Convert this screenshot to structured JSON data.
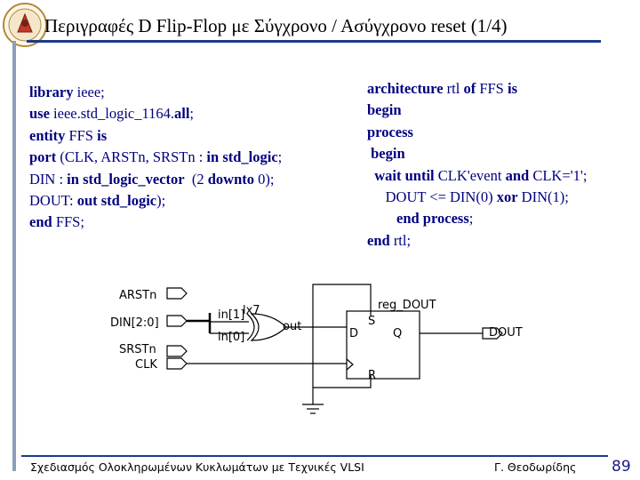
{
  "slide": {
    "title": "Περιγραφές D Flip-Flop με Σύγχρονο / Ασύγχρονο reset (1/4)",
    "footer_course": "Σχεδιασμός Ολοκληρωμένων Κυκλωμάτων με Τεχνικές VLSI",
    "footer_author": "Γ. Θεοδωρίδης",
    "page_number": "89"
  },
  "code_left": [
    [
      {
        "t": "library",
        "k": true
      },
      {
        "t": " ieee;",
        "k": false
      }
    ],
    [
      {
        "t": "use",
        "k": true
      },
      {
        "t": " ieee.std_logic_1164.",
        "k": false
      },
      {
        "t": "all",
        "k": true
      },
      {
        "t": ";",
        "k": false
      }
    ],
    [
      {
        "t": "entity",
        "k": true
      },
      {
        "t": " FFS ",
        "k": false
      },
      {
        "t": "is",
        "k": true
      }
    ],
    [
      {
        "t": "port",
        "k": true
      },
      {
        "t": " (CLK, ARSTn, SRSTn : ",
        "k": false
      },
      {
        "t": "in",
        "k": true
      },
      {
        "t": " ",
        "k": false
      },
      {
        "t": "std_logic",
        "k": true
      },
      {
        "t": ";",
        "k": false
      }
    ],
    [
      {
        "t": "DIN : ",
        "k": false
      },
      {
        "t": "in",
        "k": true
      },
      {
        "t": " ",
        "k": false
      },
      {
        "t": "std_logic_vector",
        "k": true
      },
      {
        "t": "  (2 ",
        "k": false
      },
      {
        "t": "downto",
        "k": true
      },
      {
        "t": " 0);",
        "k": false
      }
    ],
    [
      {
        "t": "DOUT: ",
        "k": false
      },
      {
        "t": "out",
        "k": true
      },
      {
        "t": " ",
        "k": false
      },
      {
        "t": "std_logic",
        "k": true
      },
      {
        "t": ");",
        "k": false
      }
    ],
    [
      {
        "t": "end",
        "k": true
      },
      {
        "t": " FFS;",
        "k": false
      }
    ]
  ],
  "code_right": [
    [
      {
        "t": "architecture",
        "k": true
      },
      {
        "t": " rtl ",
        "k": false
      },
      {
        "t": "of",
        "k": true
      },
      {
        "t": " FFS ",
        "k": false
      },
      {
        "t": "is",
        "k": true
      }
    ],
    [
      {
        "t": "begin",
        "k": true
      }
    ],
    [
      {
        "t": "process",
        "k": true
      }
    ],
    [
      {
        "t": " begin",
        "k": true
      }
    ],
    [
      {
        "t": "  wait until",
        "k": true
      },
      {
        "t": " CLK'event ",
        "k": false
      },
      {
        "t": "and",
        "k": true
      },
      {
        "t": " CLK='1';",
        "k": false
      }
    ],
    [
      {
        "t": "     DOUT <= DIN(0) ",
        "k": false
      },
      {
        "t": "xor",
        "k": true
      },
      {
        "t": " DIN(1);",
        "k": false
      }
    ],
    [
      {
        "t": "        end process",
        "k": true
      },
      {
        "t": ";",
        "k": false
      }
    ],
    [
      {
        "t": "end",
        "k": true
      },
      {
        "t": " rtl;",
        "k": false
      }
    ]
  ],
  "schematic": {
    "port_arstn": "ARSTn",
    "port_din": "DIN[2:0]",
    "port_srstn": "SRSTn",
    "port_clk": "CLK",
    "xor_name": "lx7",
    "xor_in1": "in[1]",
    "xor_in0": "in[0]",
    "xor_out": "out",
    "reg_name": "reg_DOUT",
    "reg_d": "D",
    "reg_s": "S",
    "reg_q": "Q",
    "reg_r": "R",
    "port_dout": "DOUT"
  }
}
